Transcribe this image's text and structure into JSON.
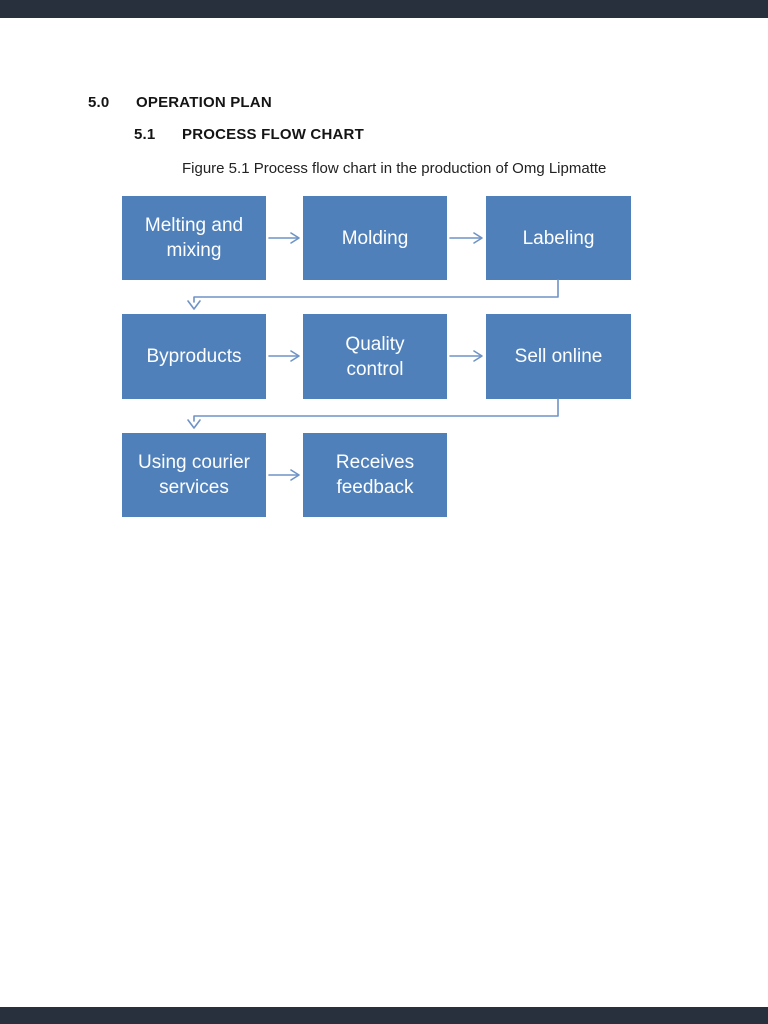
{
  "page": {
    "section_number": "5.0",
    "section_title": "OPERATION PLAN",
    "subsection_number": "5.1",
    "subsection_title": "PROCESS FLOW CHART",
    "figure_caption": "Figure 5.1 Process flow chart in the production of Omg Lipmatte"
  },
  "flowchart": {
    "boxes": [
      {
        "id": "melting-mixing",
        "label": "Melting and\nmixing"
      },
      {
        "id": "molding",
        "label": "Molding"
      },
      {
        "id": "labeling",
        "label": "Labeling"
      },
      {
        "id": "byproducts",
        "label": "Byproducts"
      },
      {
        "id": "quality-control",
        "label": "Quality\ncontrol"
      },
      {
        "id": "sell-online",
        "label": "Sell online"
      },
      {
        "id": "using-courier-services",
        "label": "Using courier\nservices"
      },
      {
        "id": "receives-feedback",
        "label": "Receives\nfeedback"
      }
    ],
    "connections": [
      {
        "from": "melting-mixing",
        "to": "molding",
        "type": "arrow-right"
      },
      {
        "from": "molding",
        "to": "labeling",
        "type": "arrow-right"
      },
      {
        "from": "labeling",
        "to": "byproducts",
        "type": "elbow-down-left"
      },
      {
        "from": "byproducts",
        "to": "quality-control",
        "type": "arrow-right"
      },
      {
        "from": "quality-control",
        "to": "sell-online",
        "type": "arrow-right"
      },
      {
        "from": "sell-online",
        "to": "using-courier-services",
        "type": "elbow-down-left"
      },
      {
        "from": "using-courier-services",
        "to": "receives-feedback",
        "type": "arrow-right"
      }
    ]
  },
  "theme": {
    "box_fill": "#5080B9",
    "box_text": "#FDFEFF",
    "connector_color": "#6E93C6",
    "letterbox_color": "#27303C",
    "page_background": "#FFFFFF",
    "heading_color": "#141414"
  }
}
